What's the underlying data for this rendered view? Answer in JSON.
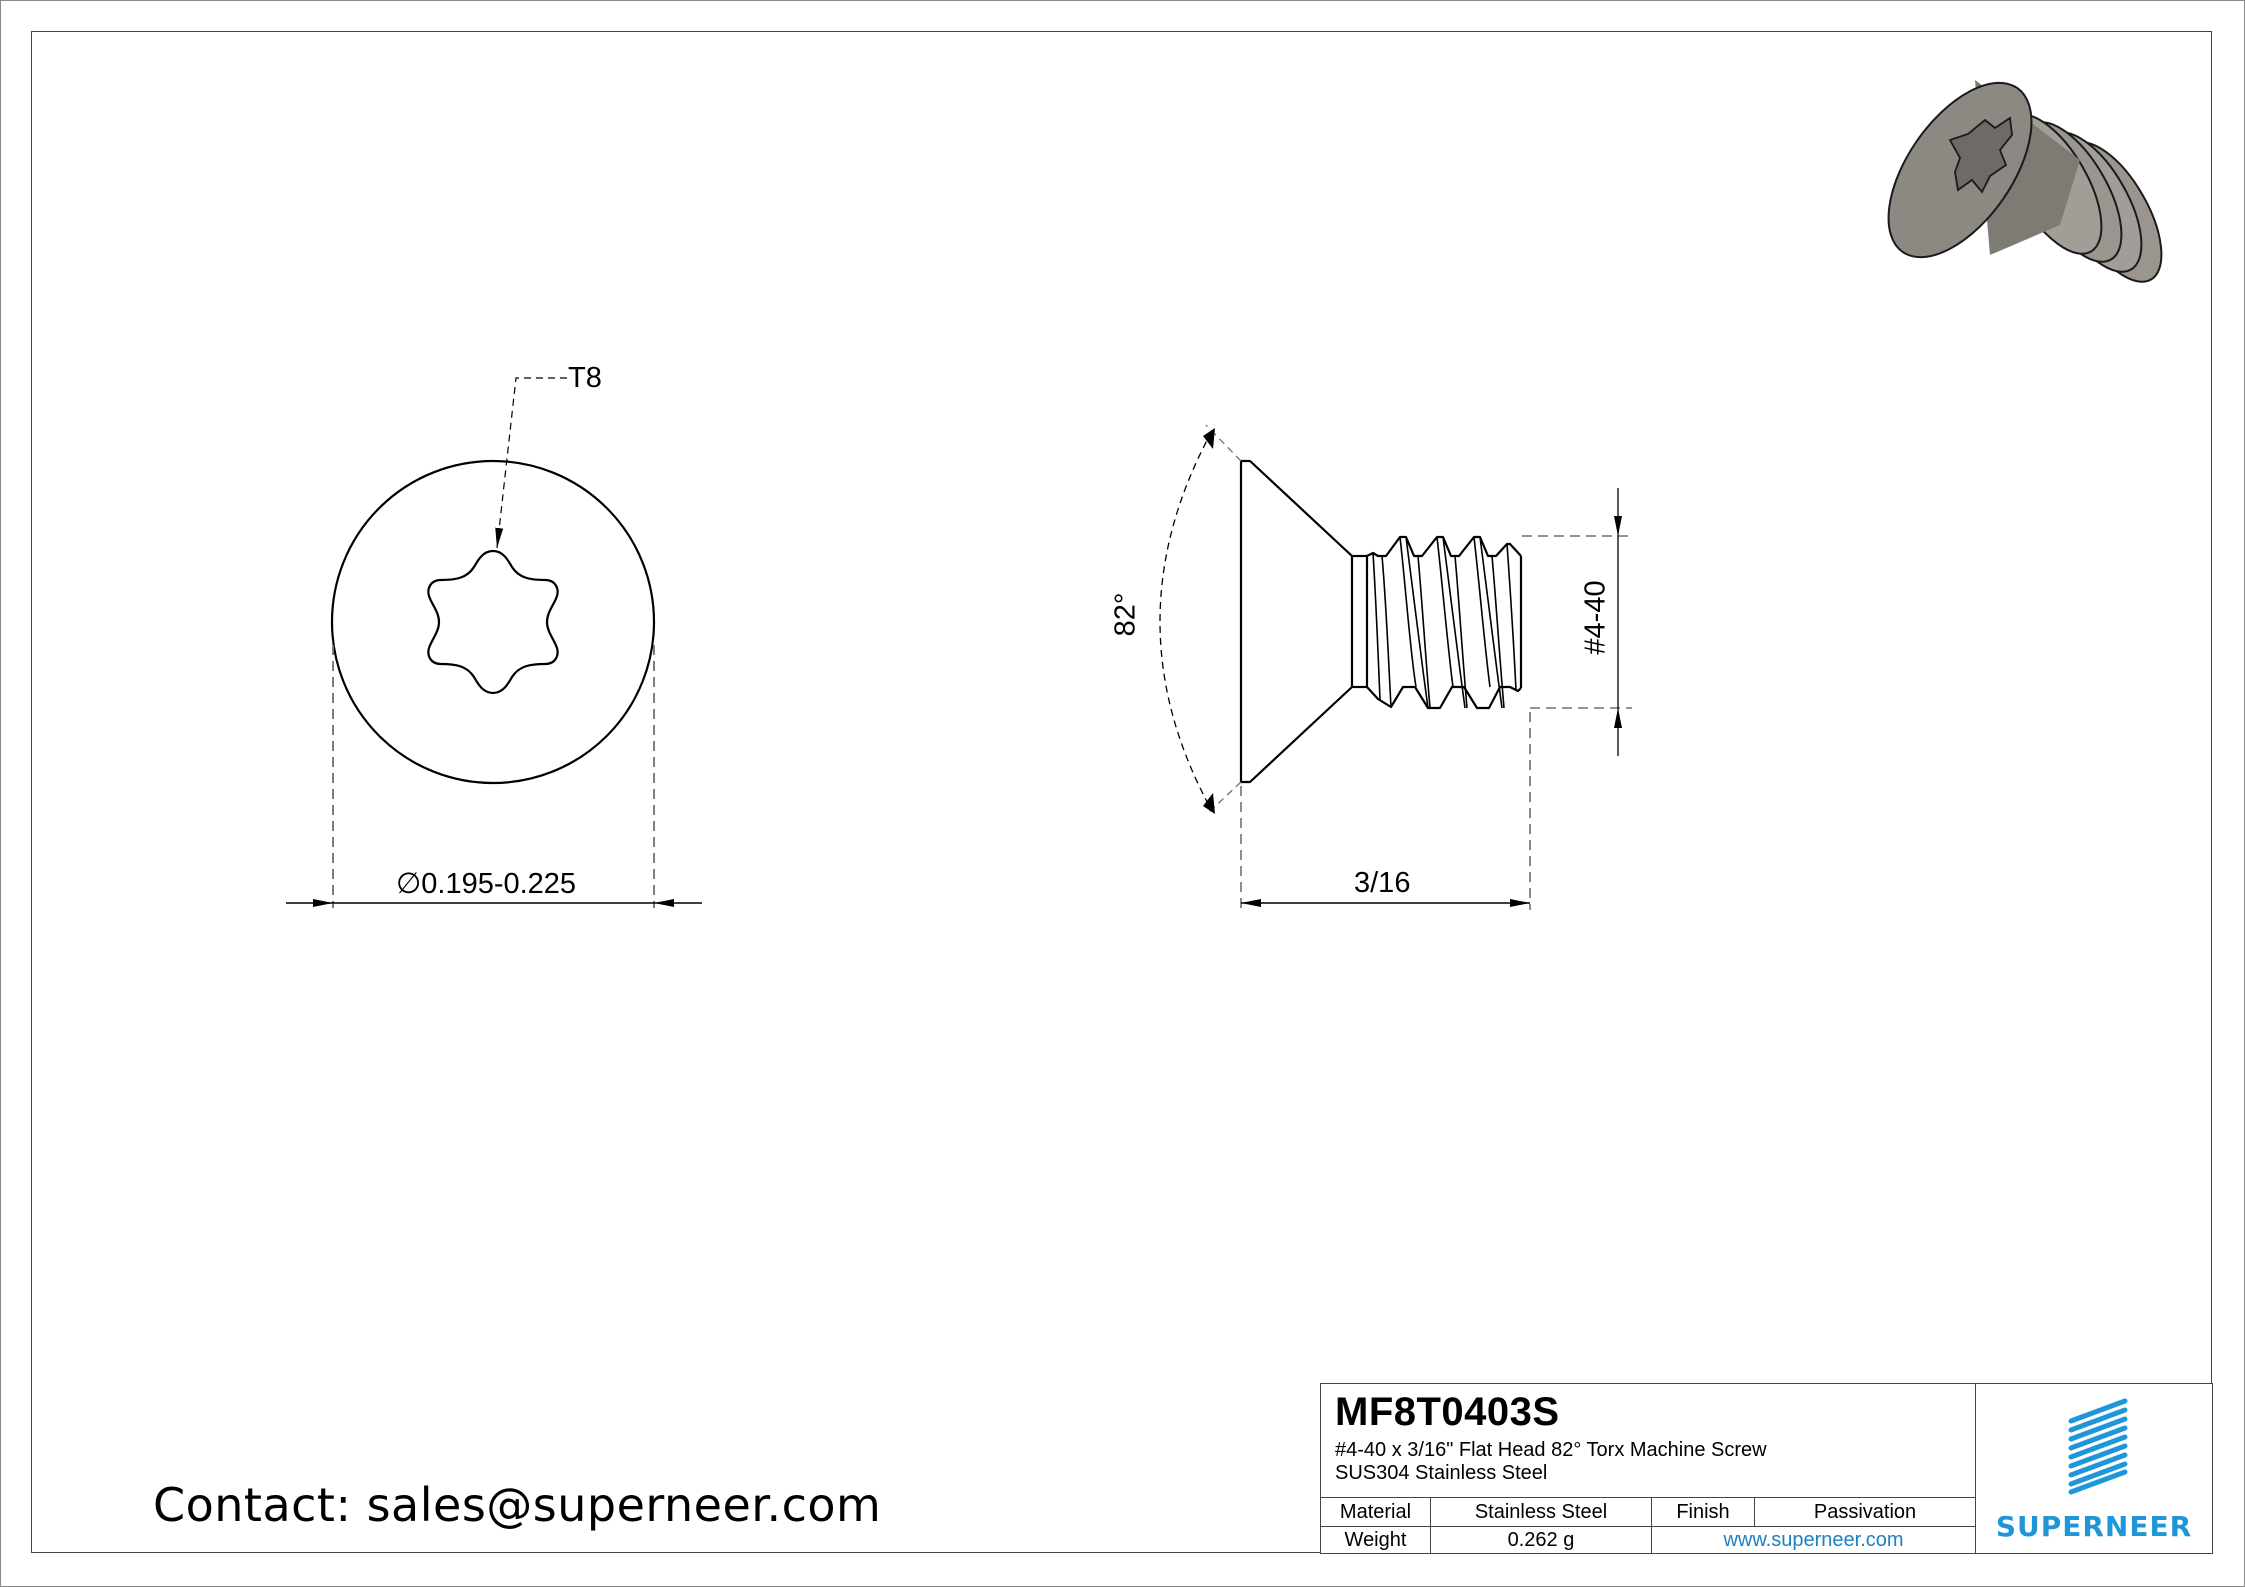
{
  "drawing": {
    "head_view": {
      "drive_callout": "T8",
      "diameter_symbol": "∅",
      "diameter_label": "0.195-0.225"
    },
    "side_view": {
      "angle_label": "82°",
      "thread_label": "#4-40",
      "length_label": "3/16"
    },
    "render_3d": {
      "description": "Isometric render of flat head torx machine screw",
      "fill_color": "#8c8882"
    }
  },
  "contact": {
    "text": "Contact: sales@superneer.com"
  },
  "title_block": {
    "part_number": "MF8T0403S",
    "description_line1": "#4-40 x 3/16\" Flat Head 82° Torx Machine Screw",
    "description_line2": "SUS304 Stainless Steel",
    "rows": [
      {
        "label1": "Material",
        "value1": "Stainless Steel",
        "label2": "Finish",
        "value2": "Passivation"
      },
      {
        "label1": "Weight",
        "value1": "0.262 g",
        "link": "www.superneer.com"
      }
    ],
    "logo": {
      "wordmark": "SUPERNEER",
      "color": "#1f96d8",
      "stripe_count": 9
    }
  },
  "colors": {
    "line": "#000000",
    "dashed": "#707070",
    "frame": "#444444",
    "brand": "#1f96d8",
    "link": "#1f7fc1"
  }
}
